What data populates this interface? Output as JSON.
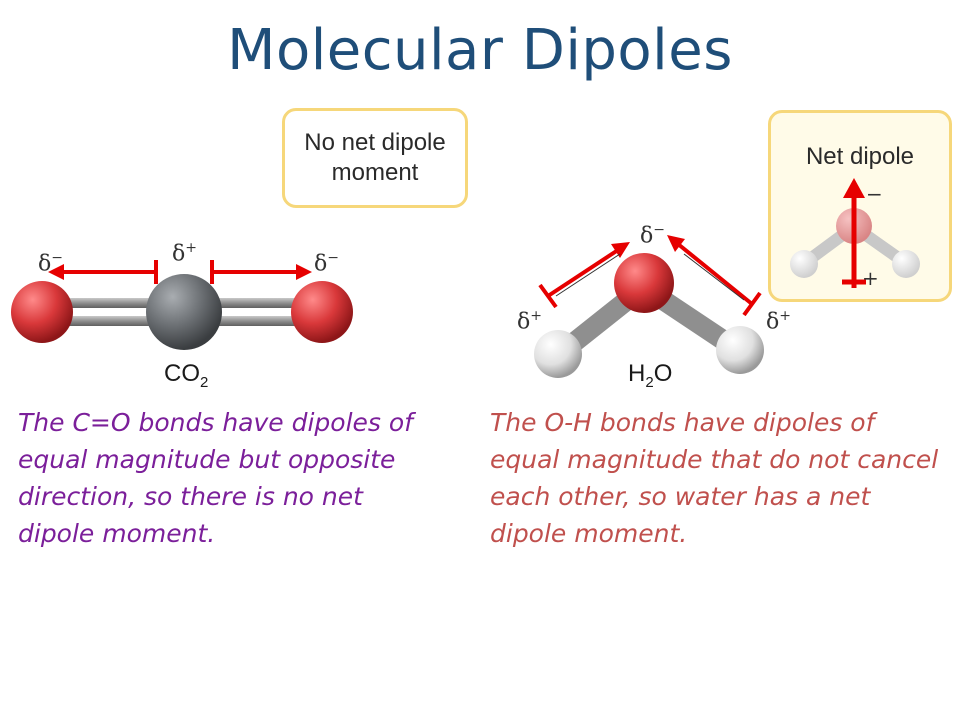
{
  "title": "Molecular Dipoles",
  "callouts": {
    "no_net": "No net dipole moment",
    "net": "Net dipole"
  },
  "molecules": {
    "co2": {
      "formula_main": "CO",
      "formula_sub": "2",
      "delta_left": "δ",
      "delta_left_sign": "−",
      "delta_center": "δ",
      "delta_center_sign": "+",
      "delta_right": "δ",
      "delta_right_sign": "−"
    },
    "h2o": {
      "formula_h": "H",
      "formula_sub": "2",
      "formula_o": "O",
      "delta_top": "δ",
      "delta_top_sign": "−",
      "delta_left": "δ",
      "delta_left_sign": "+",
      "delta_right": "δ",
      "delta_right_sign": "+"
    },
    "net_small": {
      "minus": "−",
      "plus": "+"
    }
  },
  "captions": {
    "co2": "The C=O bonds have dipoles of equal magnitude but opposite direction, so there is no net dipole moment.",
    "h2o": "The O-H bonds have dipoles of equal magnitude that do not cancel each other, so water has a net dipole moment."
  },
  "colors": {
    "title": "#1f4e79",
    "arrow": "#e60000",
    "oxygen": "#d9383a",
    "carbon": "#6b6f73",
    "hydrogen": "#e6e6e6",
    "caption_co2": "#7b1f9a",
    "caption_h2o": "#c0504d",
    "callout_border": "#f6d77a"
  }
}
